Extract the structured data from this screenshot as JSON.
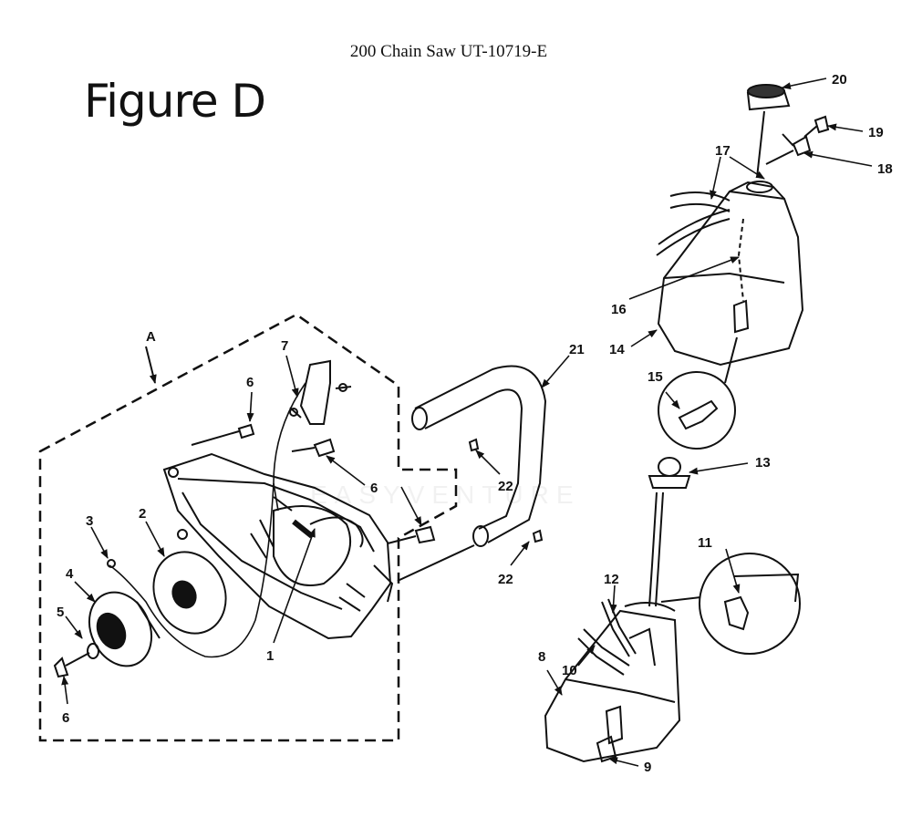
{
  "header": {
    "title": "200 Chain Saw UT-10719-E"
  },
  "figure": {
    "label": "Figure D"
  },
  "group_label": "A",
  "watermark": "EASYVENTURE",
  "callouts": {
    "c1": "1",
    "c2": "2",
    "c3": "3",
    "c4": "4",
    "c5": "5",
    "c6a": "6",
    "c6b": "6",
    "c6c": "6",
    "c7": "7",
    "c8": "8",
    "c9": "9",
    "c10": "10",
    "c11": "11",
    "c12": "12",
    "c13": "13",
    "c14": "14",
    "c15": "15",
    "c16": "16",
    "c17": "17",
    "c18": "18",
    "c19": "19",
    "c20": "20",
    "c21": "21",
    "c22a": "22",
    "c22b": "22"
  }
}
